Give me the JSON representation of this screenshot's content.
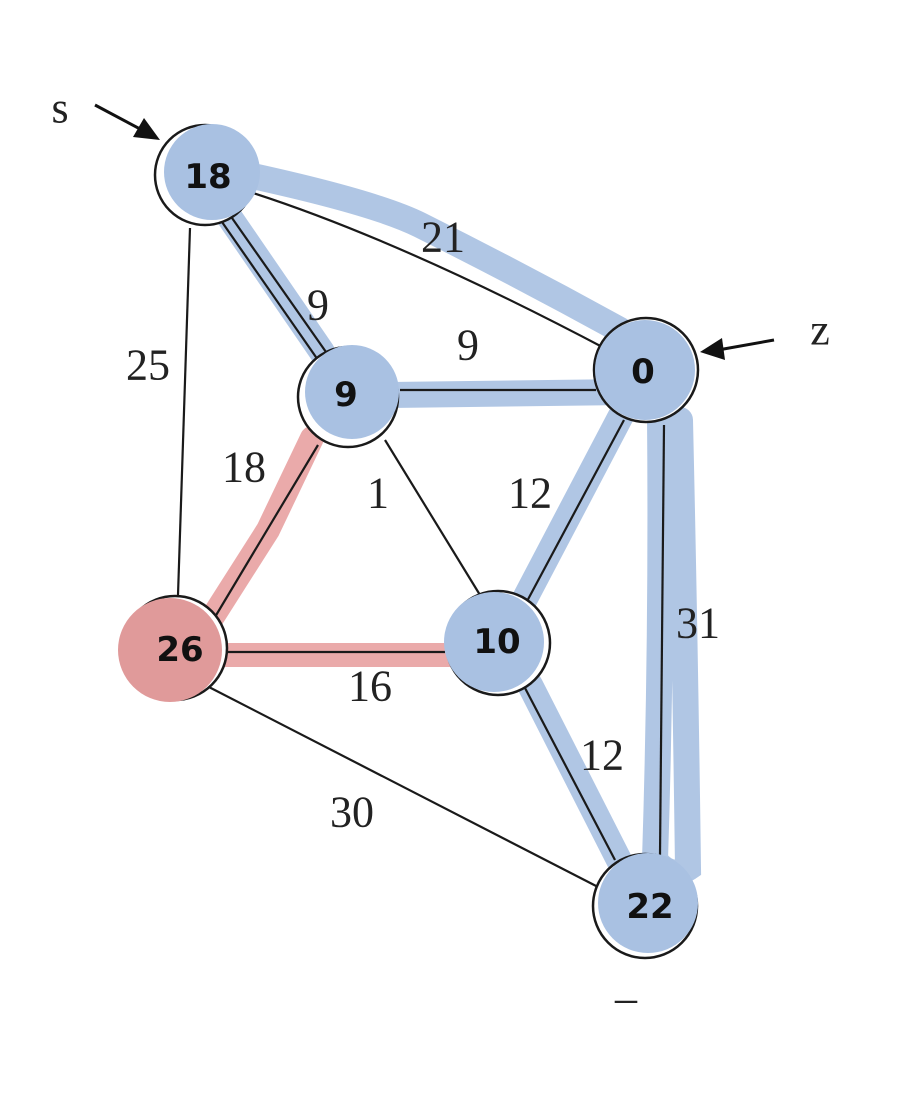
{
  "graph": {
    "start_label": "s",
    "end_label": "z",
    "nodes": [
      {
        "id": "s",
        "value": "18",
        "highlight": "blue"
      },
      {
        "id": "a",
        "value": "9",
        "highlight": "blue"
      },
      {
        "id": "z",
        "value": "0",
        "highlight": "blue"
      },
      {
        "id": "b",
        "value": "26",
        "highlight": "red"
      },
      {
        "id": "c",
        "value": "10",
        "highlight": "blue"
      },
      {
        "id": "d",
        "value": "22",
        "highlight": "blue"
      }
    ],
    "edges": [
      {
        "from": "s",
        "to": "z",
        "weight": "21",
        "highlight": "blue"
      },
      {
        "from": "s",
        "to": "a",
        "weight": "9",
        "highlight": "blue"
      },
      {
        "from": "s",
        "to": "b",
        "weight": "25",
        "highlight": "none"
      },
      {
        "from": "a",
        "to": "z",
        "weight": "9",
        "highlight": "blue"
      },
      {
        "from": "a",
        "to": "b",
        "weight": "18",
        "highlight": "red"
      },
      {
        "from": "a",
        "to": "c",
        "weight": "1",
        "highlight": "none"
      },
      {
        "from": "z",
        "to": "c",
        "weight": "12",
        "highlight": "blue"
      },
      {
        "from": "z",
        "to": "d",
        "weight": "31",
        "highlight": "blue"
      },
      {
        "from": "b",
        "to": "c",
        "weight": "16",
        "highlight": "red"
      },
      {
        "from": "b",
        "to": "d",
        "weight": "30",
        "highlight": "none"
      },
      {
        "from": "c",
        "to": "d",
        "weight": "12",
        "highlight": "blue"
      }
    ],
    "bottom_mark": "–",
    "colors": {
      "blue_highlight": "#a9c1e2",
      "red_highlight": "#e8a3a3",
      "line": "#1a1a1a"
    }
  }
}
